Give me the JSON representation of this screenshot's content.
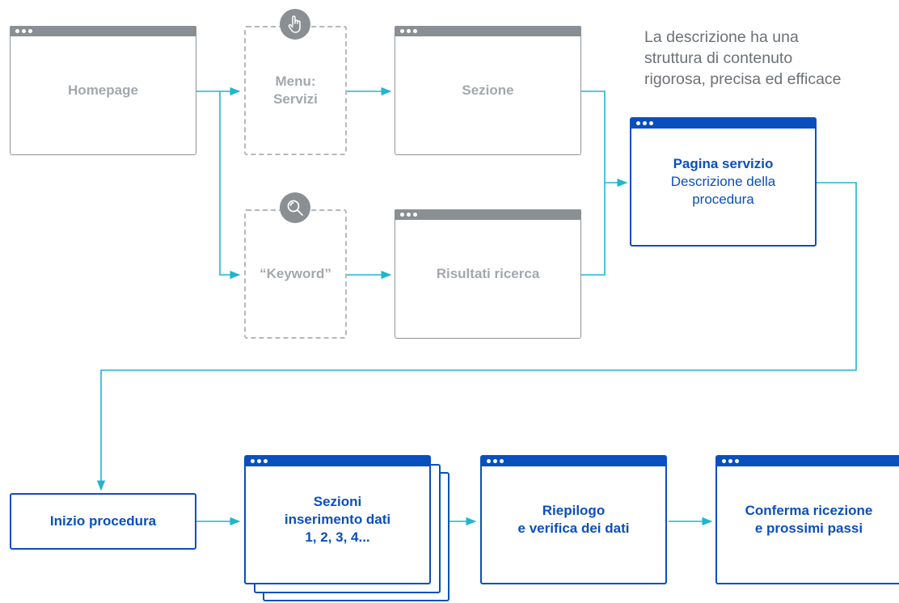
{
  "note": "La descrizione ha una\nstruttura di contenuto\nrigorosa, precisa ed efficace",
  "nodes": {
    "homepage": "Homepage",
    "menu_servizi": [
      "Menu:",
      "Servizi"
    ],
    "sezione": "Sezione",
    "keyword": "“Keyword”",
    "risultati_ricerca": "Risultati ricerca",
    "pagina_servizio": {
      "title": "Pagina servizio",
      "desc": [
        "Descrizione della",
        "procedura"
      ]
    },
    "inizio_procedura": "Inizio procedura",
    "sezioni_inserimento": [
      "Sezioni",
      "inserimento dati",
      "1, 2, 3, 4..."
    ],
    "riepilogo": [
      "Riepilogo",
      "e verifica dei dati"
    ],
    "conferma": [
      "Conferma ricezione",
      "e prossimi passi"
    ]
  },
  "icons": {
    "menu": "hand-pointer-icon",
    "keyword": "magnifier-icon"
  },
  "colors": {
    "connector": "#1fb5cf",
    "primary": "#0a4fbe",
    "muted": "#a3a8ad",
    "bar_grey": "#8a8f94"
  }
}
